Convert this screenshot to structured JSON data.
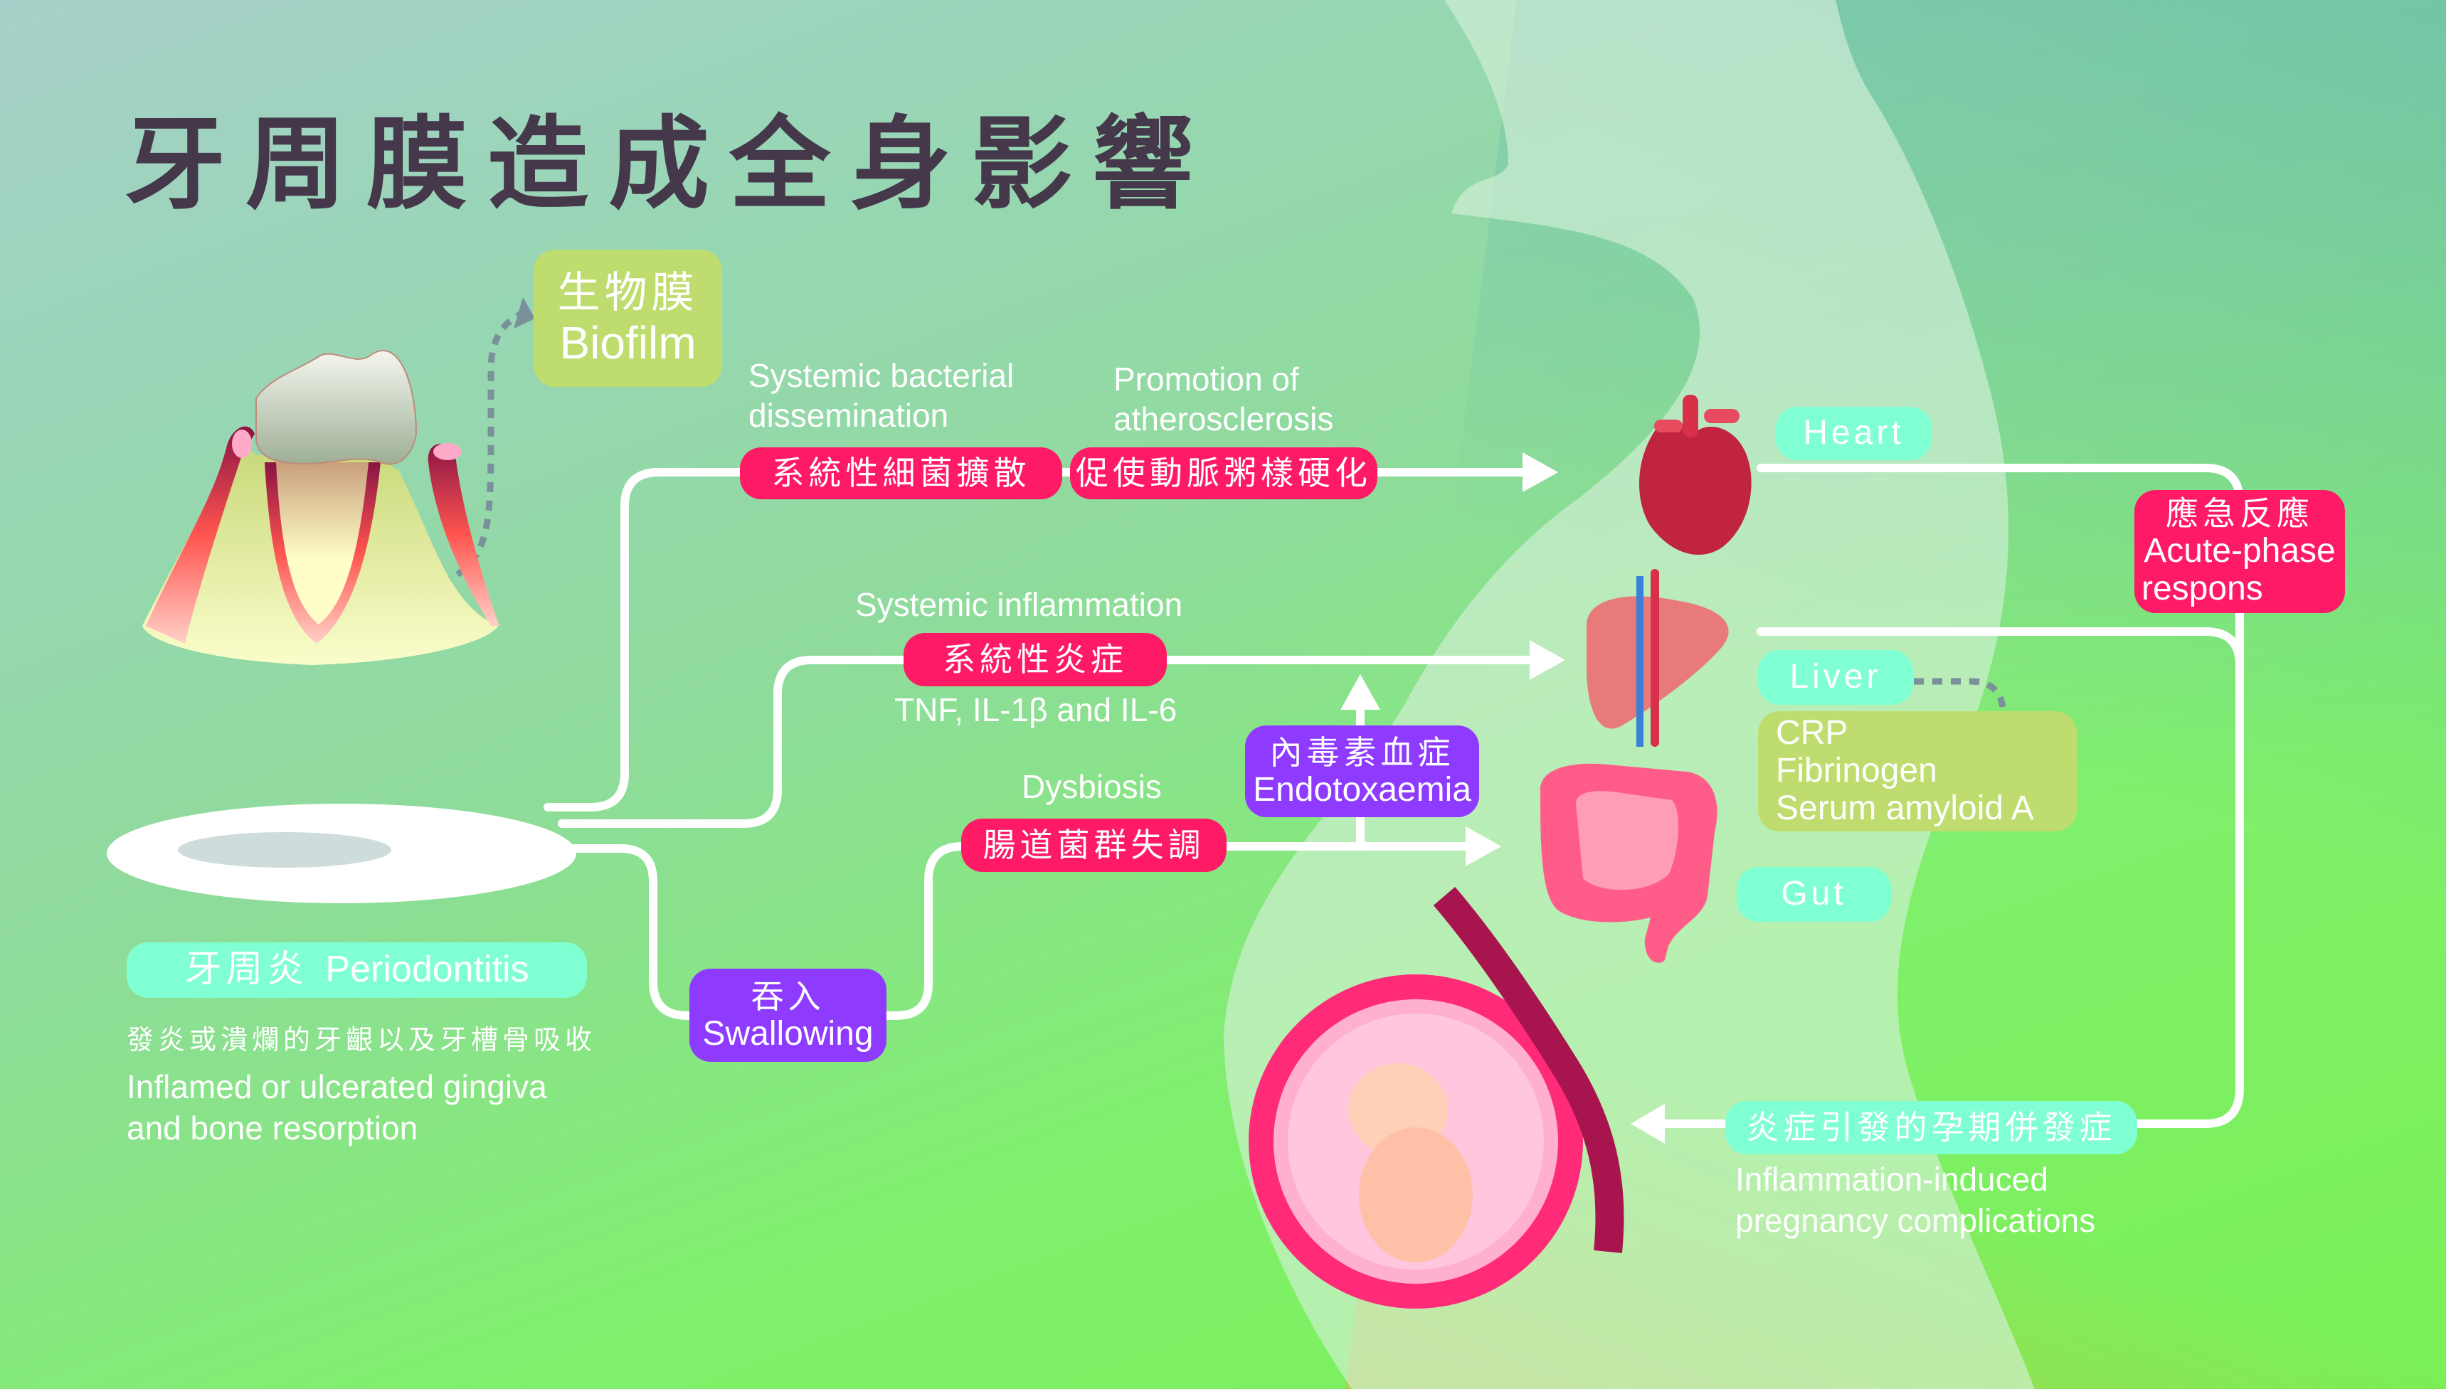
{
  "title": "牙周膜造成全身影響",
  "biofilm": {
    "cn": "生物膜",
    "en": "Biofilm"
  },
  "periodontitis": {
    "label_cn": "牙周炎",
    "label_en": "Periodontitis",
    "desc_cn": "發炎或潰爛的牙齦以及牙槽骨吸收",
    "desc_en_line1": "Inflamed or ulcerated gingiva",
    "desc_en_line2": "and bone resorption"
  },
  "pathway_bacterial": {
    "en_line1": "Systemic bacterial",
    "en_line2": "dissemination",
    "cn": "系統性細菌擴散"
  },
  "pathway_atherosclerosis": {
    "en_line1": "Promotion of",
    "en_line2": "atherosclerosis",
    "cn": "促使動脈粥樣硬化"
  },
  "pathway_inflammation": {
    "en": "Systemic inflammation",
    "cn": "系統性炎症",
    "cytokines": "TNF, IL-1β and IL-6"
  },
  "pathway_dysbiosis": {
    "en": "Dysbiosis",
    "cn": "腸道菌群失調"
  },
  "endotoxaemia": {
    "cn": "內毒素血症",
    "en": "Endotoxaemia"
  },
  "swallowing": {
    "cn": "吞入",
    "en": "Swallowing"
  },
  "organs": {
    "heart": "Heart",
    "liver": "Liver",
    "gut": "Gut"
  },
  "acute_phase": {
    "cn": "應急反應",
    "en_line1": "Acute-phase",
    "en_line2": "respons"
  },
  "liver_markers": [
    "CRP",
    "Fibrinogen",
    "Serum amyloid A"
  ],
  "pregnancy": {
    "cn": "炎症引發的孕期併發症",
    "en_line1": "Inflammation-induced",
    "en_line2": "pregnancy complications"
  },
  "colors": {
    "pink_box": "#ff1a66",
    "purple_box": "#8e3bff",
    "mint_box": "#80ffd2",
    "lime_box": "#bedd6e",
    "title": "#45384a",
    "connector": "#ffffff",
    "dashed": "#7a909a"
  }
}
